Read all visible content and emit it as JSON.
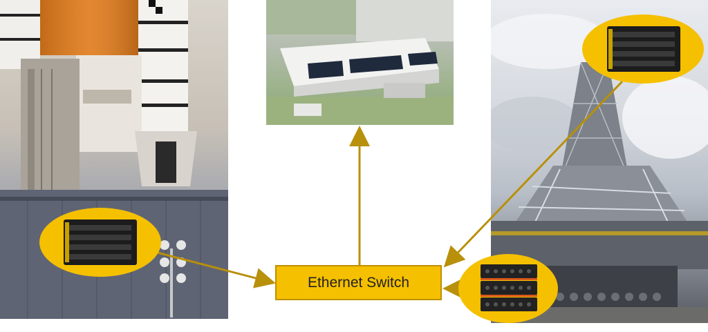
{
  "diagram": {
    "switch_label": "Ethernet Switch",
    "colors": {
      "accent": "#f5c000",
      "accent_border": "#bf8f00",
      "connector": "#b8900a"
    },
    "images": [
      {
        "name": "rocket-launch-platform-photo"
      },
      {
        "name": "building-aerial-photo"
      },
      {
        "name": "launch-tower-photo"
      }
    ],
    "devices": [
      {
        "name": "data-acquisition-unit-left"
      },
      {
        "name": "data-acquisition-unit-top-right"
      },
      {
        "name": "data-acquisition-stack-bottom-right"
      }
    ]
  }
}
